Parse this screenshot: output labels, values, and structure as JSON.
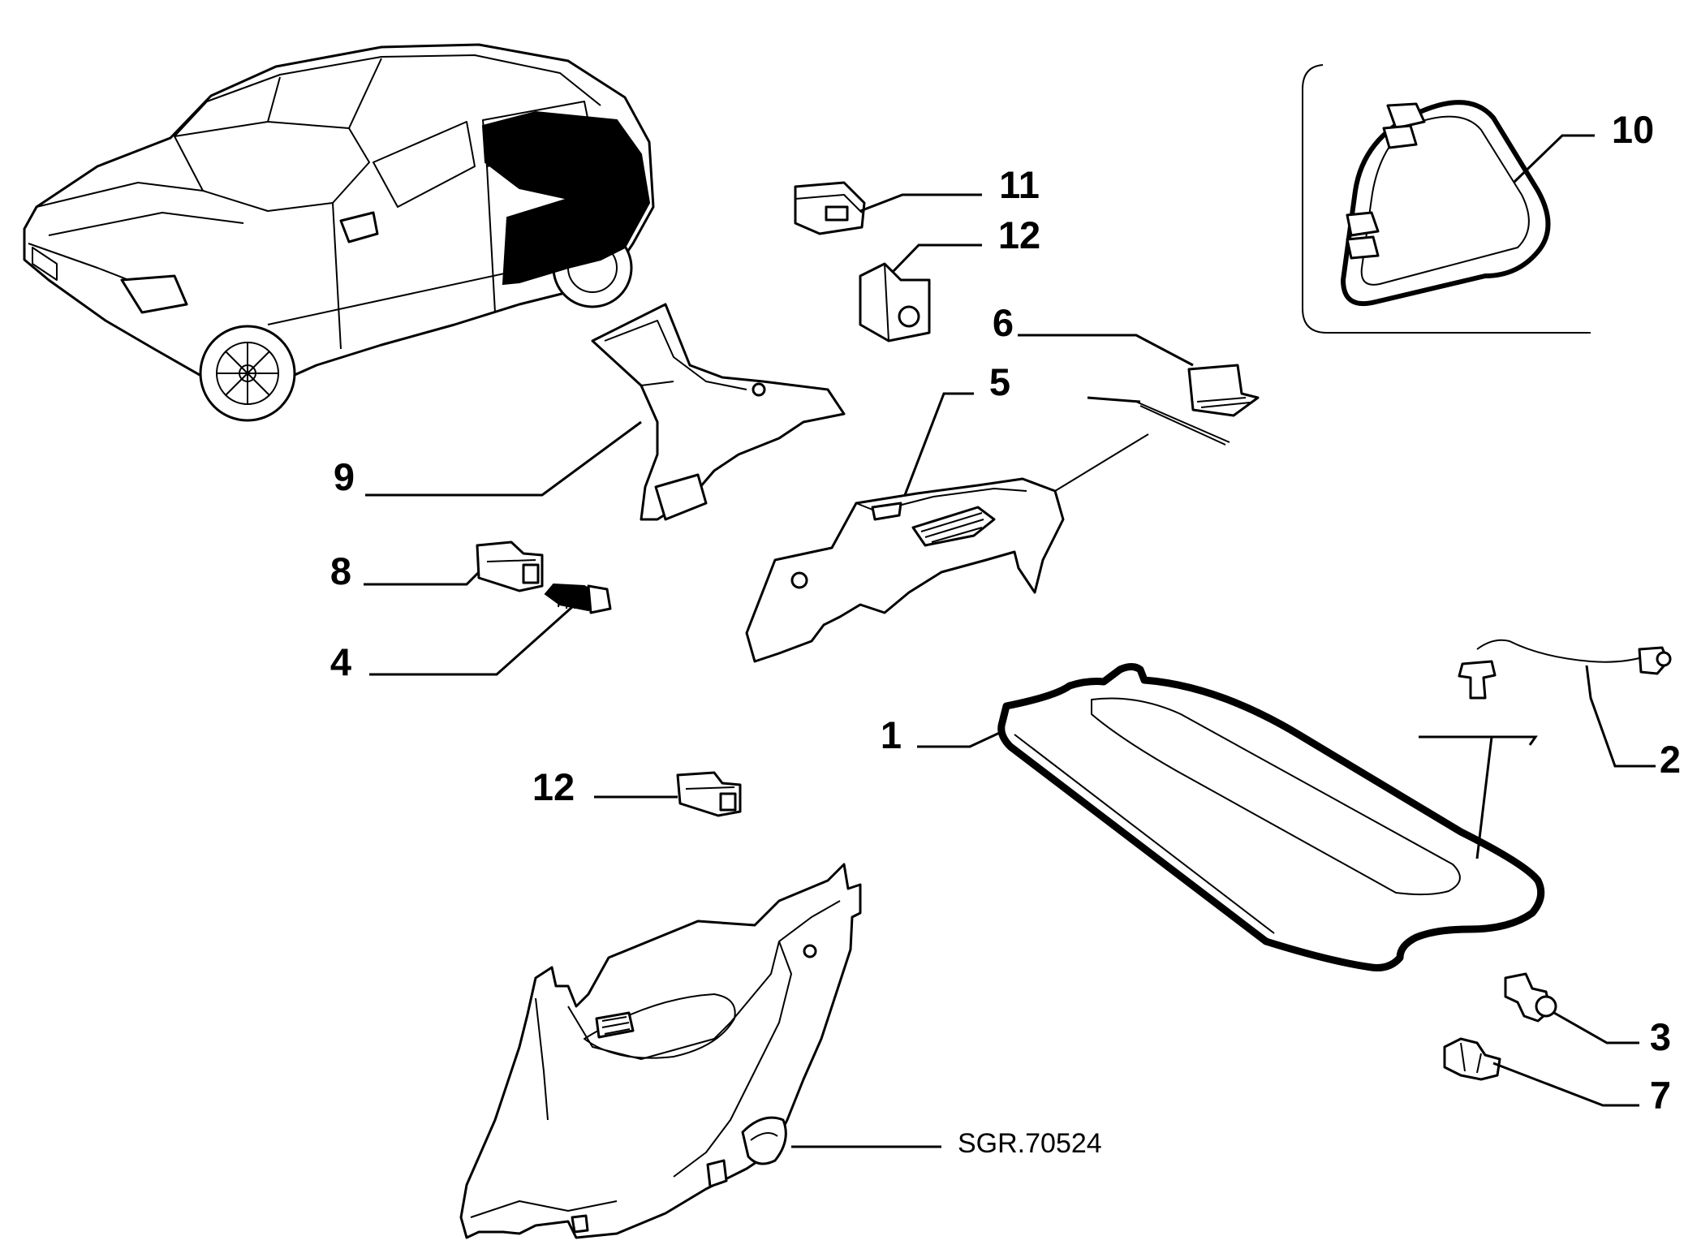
{
  "diagram": {
    "reference_code": "SGR.70524",
    "callouts": [
      {
        "id": "callout-1",
        "label": "1"
      },
      {
        "id": "callout-2",
        "label": "2"
      },
      {
        "id": "callout-3",
        "label": "3"
      },
      {
        "id": "callout-4",
        "label": "4"
      },
      {
        "id": "callout-5",
        "label": "5"
      },
      {
        "id": "callout-6",
        "label": "6"
      },
      {
        "id": "callout-7",
        "label": "7"
      },
      {
        "id": "callout-8",
        "label": "8"
      },
      {
        "id": "callout-9",
        "label": "9"
      },
      {
        "id": "callout-10",
        "label": "10"
      },
      {
        "id": "callout-11",
        "label": "11"
      },
      {
        "id": "callout-12a",
        "label": "12"
      },
      {
        "id": "callout-12b",
        "label": "12"
      }
    ]
  }
}
